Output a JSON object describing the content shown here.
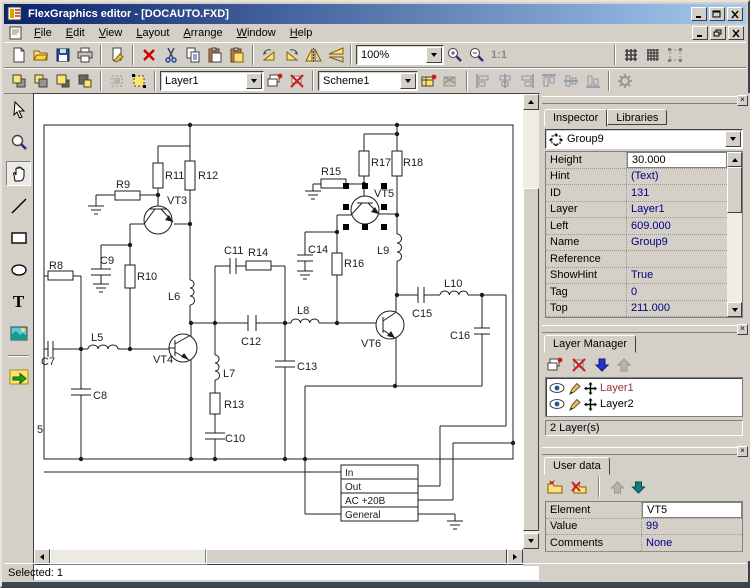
{
  "window": {
    "title": "FlexGraphics editor - [DOCAUTO.FXD]"
  },
  "menu": {
    "items": [
      "File",
      "Edit",
      "View",
      "Layout",
      "Arrange",
      "Window",
      "Help"
    ]
  },
  "toolbars": {
    "zoom_combo": "100%",
    "one_to_one": "1:1",
    "layer_combo": "Layer1",
    "scheme_combo": "Scheme1"
  },
  "toolbox": {
    "text_tool_glyph": "T"
  },
  "inspector": {
    "tabs": [
      "Inspector",
      "Libraries"
    ],
    "object_selector": "Group9",
    "properties": [
      {
        "name": "Height",
        "value": "30.000"
      },
      {
        "name": "Hint",
        "value": "(Text)"
      },
      {
        "name": "ID",
        "value": "131"
      },
      {
        "name": "Layer",
        "value": "Layer1"
      },
      {
        "name": "Left",
        "value": "609.000"
      },
      {
        "name": "Name",
        "value": "Group9"
      },
      {
        "name": "Reference",
        "value": ""
      },
      {
        "name": "ShowHint",
        "value": "True"
      },
      {
        "name": "Tag",
        "value": "0"
      },
      {
        "name": "Top",
        "value": "211.000"
      }
    ]
  },
  "layer_manager": {
    "tab": "Layer Manager",
    "layers": [
      {
        "name": "Layer1"
      },
      {
        "name": "Layer2"
      }
    ],
    "status": "2 Layer(s)"
  },
  "user_data": {
    "tab": "User data",
    "rows": [
      {
        "name": "Element",
        "value": "VT5"
      },
      {
        "name": "Value",
        "value": "99"
      },
      {
        "name": "Comments",
        "value": "None"
      }
    ]
  },
  "status_bar": {
    "text": "Selected: 1"
  },
  "schematic": {
    "labels": {
      "r8": "R8",
      "r9": "R9",
      "r10": "R10",
      "r11": "R11",
      "r12": "R12",
      "r13": "R13",
      "r14": "R14",
      "r15": "R15",
      "r16": "R16",
      "r17": "R17",
      "r18": "R18",
      "c7": "C7",
      "c8": "C8",
      "c9": "C9",
      "c10": "C10",
      "c11": "C11",
      "c12": "C12",
      "c13": "C13",
      "c14": "C14",
      "c15": "C15",
      "c16": "C16",
      "l5": "L5",
      "l6": "L6",
      "l7": "L7",
      "l8": "L8",
      "l9": "L9",
      "l10": "L10",
      "vt3": "VT3",
      "vt4": "VT4",
      "vt5": "VT5",
      "vt6": "VT6",
      "partial": "5"
    },
    "connector_rows": [
      "In",
      "Out",
      "AC +20B",
      "General"
    ]
  },
  "colors": {
    "title_gradient_start": "#0a246a",
    "title_gradient_end": "#a6caf0",
    "face": "#d4d0c8",
    "property_value": "#000080",
    "selected_layer_text": "#993333"
  }
}
